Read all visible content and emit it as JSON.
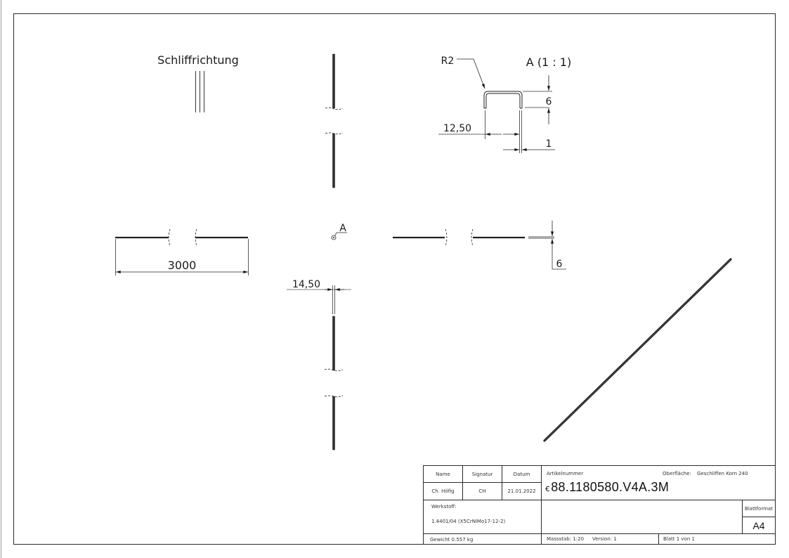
{
  "drawing": {
    "grinding_direction_label": "Schliffrichtung",
    "detail_view_label": "A (1 : 1)",
    "detail_marker_label": "A",
    "dimensions": {
      "length": "3000",
      "detail_width": "12,50",
      "detail_height": "6",
      "detail_thickness": "1",
      "detail_radius": "R2",
      "side_height": "6",
      "front_width": "14,50"
    }
  },
  "title_block": {
    "headers": {
      "name": "Name",
      "signature": "Signatur",
      "date": "Datum",
      "article_number": "Artikelnummer",
      "surface": "Oberfläche:",
      "material": "Werkstoff:",
      "sheet_format": "Blattformat"
    },
    "values": {
      "name": "Ch. Höfig",
      "signature": "CH",
      "date": "21.01.2022",
      "article_prefix": "ꞓ",
      "article_number": "88.1180580.V4A.3M",
      "surface": "Geschliffen Korn 240",
      "material": "1.4401/04 (X5CrNiMo17-12-2)",
      "sheet_format": "A4",
      "weight": "Gewicht 0.557 kg",
      "scale": "Massstab: 1:20",
      "version": "Version: 1",
      "sheet": "Blatt 1 von 1"
    }
  }
}
